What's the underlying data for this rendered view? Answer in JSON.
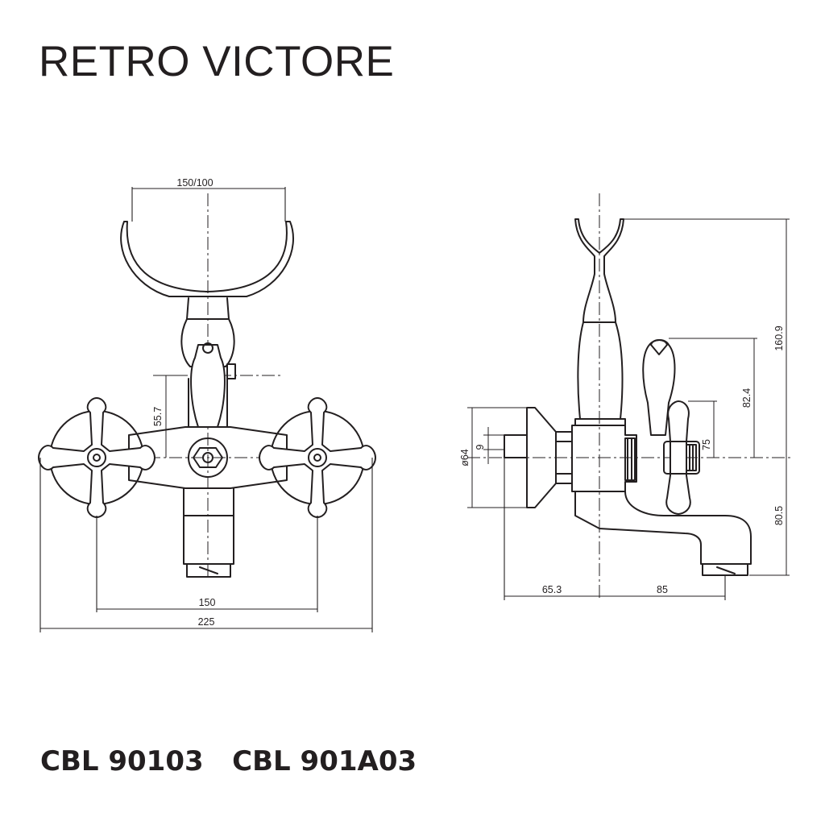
{
  "title": "RETRO VICTORE",
  "models": "CBL 90103   CBL 901A03",
  "front_view": {
    "dims": {
      "holder_width": "150/100",
      "handle_height": "55.7",
      "centers": "150",
      "overall_width": "225"
    }
  },
  "side_view": {
    "dims": {
      "flange_diameter": "ø64",
      "thread": "9",
      "projection_body": "65.3",
      "projection_spout": "85",
      "holder_height": "160.9",
      "lever_height": "82.4",
      "knob_height": "75",
      "spout_drop": "80.5"
    }
  },
  "colors": {
    "line": "#231f20",
    "background": "#ffffff"
  }
}
